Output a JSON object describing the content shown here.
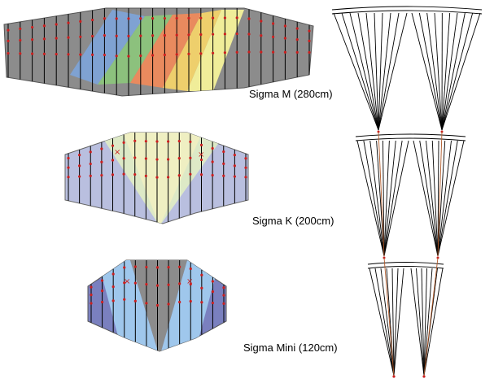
{
  "kites": [
    {
      "id": "m",
      "label": "Sigma M (280cm)"
    },
    {
      "id": "k",
      "label": "Sigma K (200cm)"
    },
    {
      "id": "mini",
      "label": "Sigma Mini (120cm)"
    }
  ],
  "colors": {
    "canopy_gray": "#8c8c8c",
    "rib_line": "#000000",
    "attachment_point": "#cc1f1f",
    "stripe_blue": "#7ea3d6",
    "stripe_green": "#8cc47c",
    "stripe_orange": "#ee8a5c",
    "stripe_yellow": "#f3d36a",
    "stripe_paleyellow": "#f6f29a",
    "k_lavender": "#b9bfdf",
    "k_palegreen": "#dde9c6",
    "k_paleyellow": "#efefc2",
    "mini_navy": "#7a80bf",
    "mini_lightblue": "#9fc7ec",
    "bridle_line": "#000000",
    "bridle_center": "#b05a2a"
  }
}
